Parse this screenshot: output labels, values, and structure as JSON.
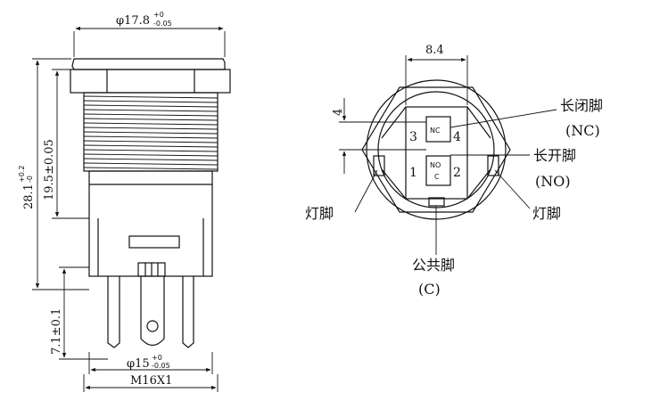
{
  "side_view": {
    "dim_head_diameter": "φ17.8",
    "dim_head_tol_upper": "+0",
    "dim_head_tol_lower": "-0.05",
    "dim_total_height": "28.1",
    "dim_total_tol_upper": "+0.2",
    "dim_total_tol_lower": "-0",
    "dim_thread_length": "19.5±0.05",
    "dim_pin_length": "7.1±0.1",
    "dim_body_diameter": "φ15",
    "dim_body_tol_upper": "+0",
    "dim_body_tol_lower": "-0.05",
    "dim_thread_spec": "M16X1"
  },
  "bottom_view": {
    "dim_width": "8.4",
    "dim_pin_spacing": "4",
    "pin_3": "3",
    "pin_4": "4",
    "pin_1": "1",
    "pin_2": "2",
    "nc_tag": "NC",
    "no_tag": "NO",
    "c_tag": "C",
    "label_nc_cn": "长闭脚",
    "label_nc_en": "(NC)",
    "label_no_cn": "长开脚",
    "label_no_en": "(NO)",
    "label_lamp_left": "灯脚",
    "label_lamp_right": "灯脚",
    "label_common_cn": "公共脚",
    "label_common_en": "(C)"
  }
}
